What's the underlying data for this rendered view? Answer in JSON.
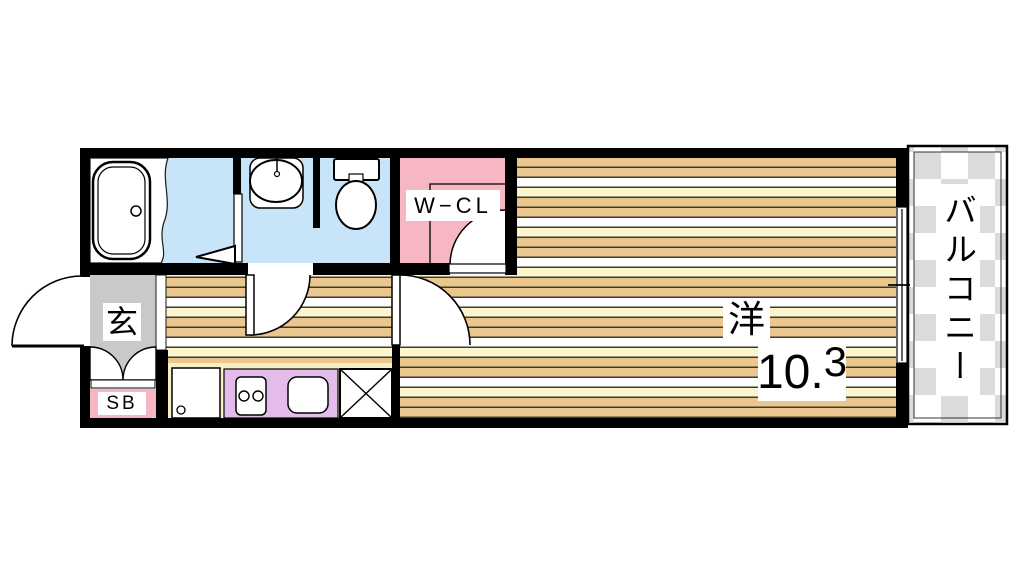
{
  "plan": {
    "type": "apartment-floor-plan",
    "labels": {
      "walk_in_closet": "W−CL",
      "entrance": "玄",
      "shoe_box": "SB",
      "main_room": "洋",
      "main_room_area": "10.3",
      "main_room_area_int": "10.",
      "main_room_area_sup": "3",
      "balcony": "バルコニー"
    },
    "fixtures": [
      "bathtub",
      "bath-folding-door",
      "washbasin",
      "toilet",
      "walk-in-closet-door",
      "entrance-door",
      "shoe-box-doors",
      "refrigerator-space",
      "kitchen-stove",
      "kitchen-sink",
      "washing-machine-space",
      "room-door",
      "hall-door",
      "sliding-window"
    ],
    "colors": {
      "wall": "#000000",
      "water_rooms_blue": "#C8E4F8",
      "closet_pink": "#F6B6C2",
      "entrance_gray": "#C9C9C9",
      "wood_tan": "#EBC68F",
      "wood_cream": "#FBF6CE",
      "wood_line": "#3D3D2E",
      "kitchen_counter_purple": "#E4BCEB",
      "kitchen_floor_cream": "#F6F0C4",
      "balcony_checker_gray": "#DBDBDB"
    }
  }
}
